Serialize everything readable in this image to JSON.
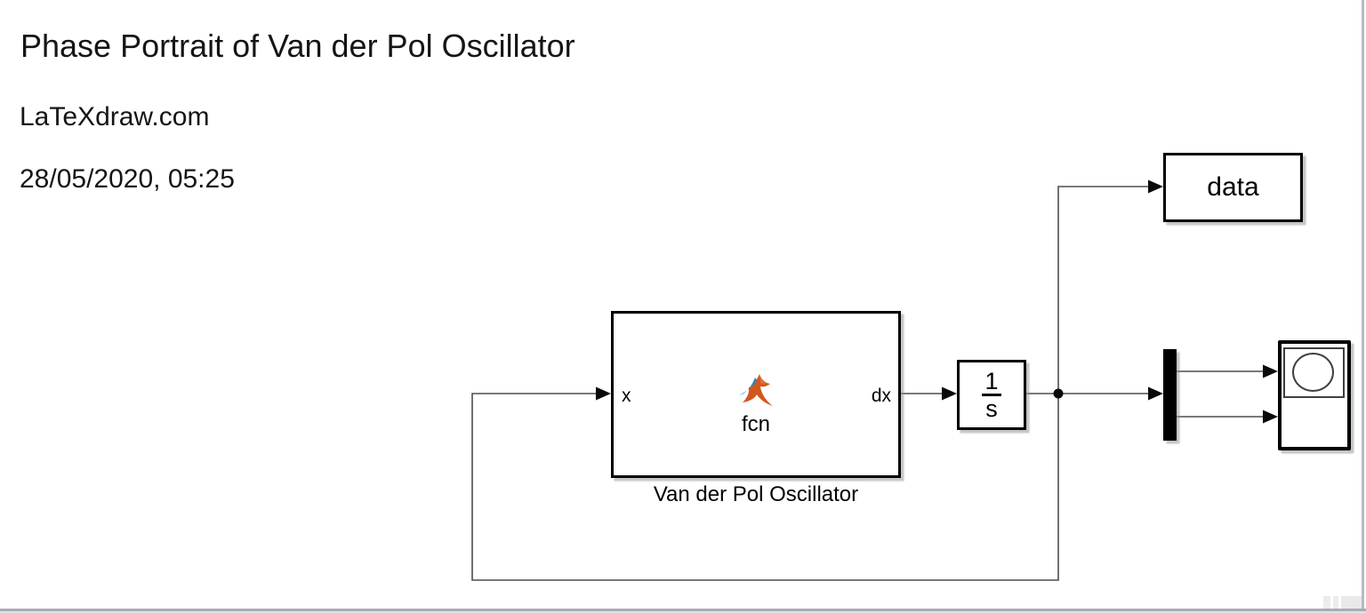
{
  "page": {
    "title": "Phase Portrait of Van der Pol Oscillator",
    "source": "LaTeXdraw.com",
    "datetime": "28/05/2020, 05:25"
  },
  "diagram": {
    "function_block": {
      "input_port": "x",
      "output_port": "dx",
      "icon_label": "fcn",
      "caption": "Van der Pol Oscillator"
    },
    "integrator_block": {
      "numerator": "1",
      "denominator": "s"
    },
    "workspace_block": {
      "label": "data"
    },
    "colors": {
      "wire": "#4d4d4d",
      "block_border": "#000000",
      "block_fill": "#ffffff",
      "matlab_orange": "#d2571e",
      "matlab_blue": "#3584bb",
      "block_shadow": "#a0a0a0",
      "frame_border": "#a7acb5"
    }
  }
}
